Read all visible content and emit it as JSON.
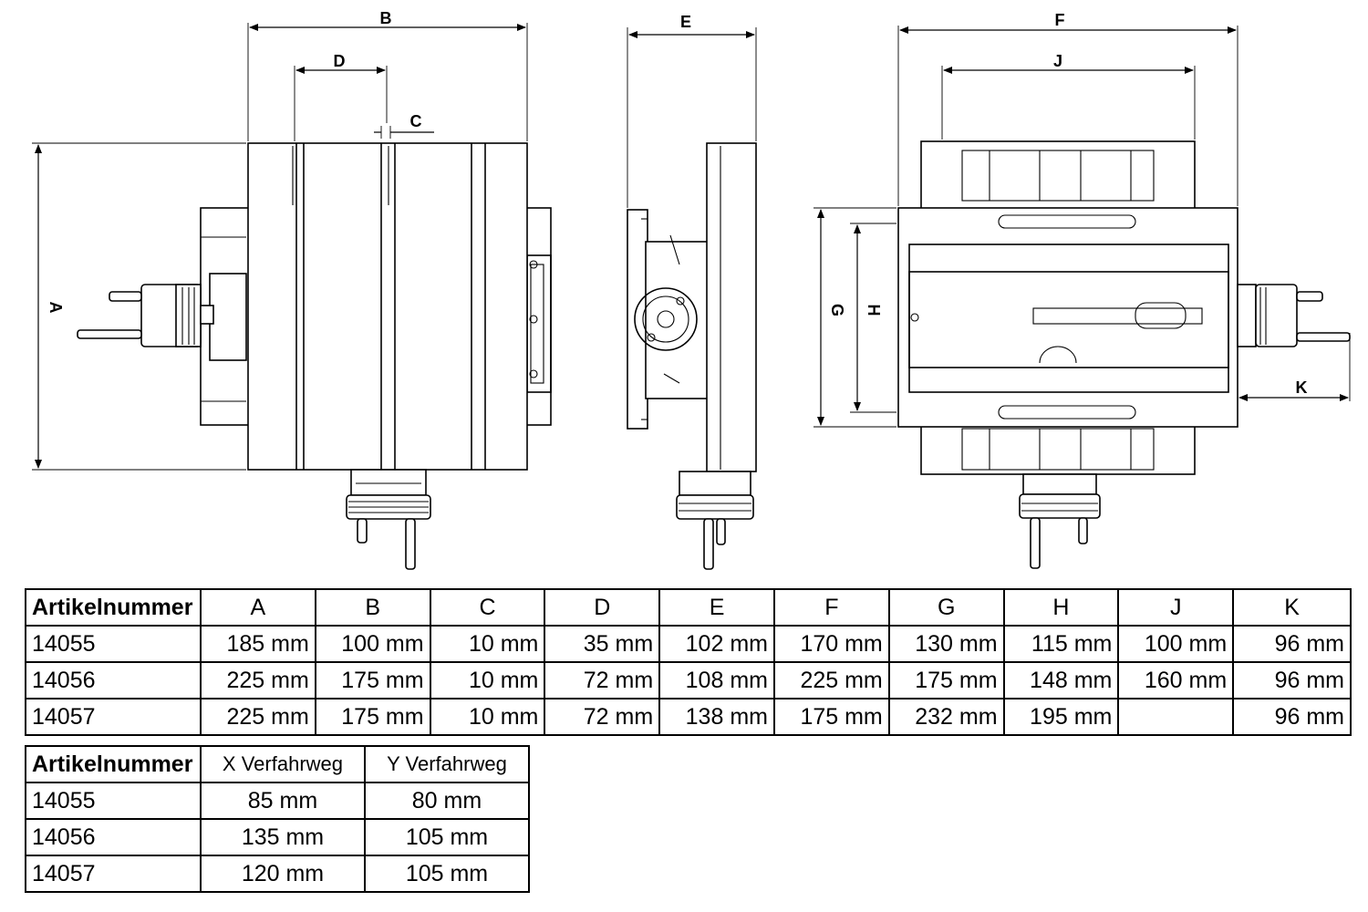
{
  "drawing": {
    "labels": {
      "a": "A",
      "b": "B",
      "c": "C",
      "d": "D",
      "e": "E",
      "f": "F",
      "g": "G",
      "h": "H",
      "j": "J",
      "k": "K"
    }
  },
  "table1": {
    "headers": [
      "Artikelnummer",
      "A",
      "B",
      "C",
      "D",
      "E",
      "F",
      "G",
      "H",
      "J",
      "K"
    ],
    "rows": [
      [
        "14055",
        "185 mm",
        "100 mm",
        "10 mm",
        "35 mm",
        "102 mm",
        "170 mm",
        "130 mm",
        "115 mm",
        "100 mm",
        "96 mm"
      ],
      [
        "14056",
        "225 mm",
        "175 mm",
        "10 mm",
        "72 mm",
        "108 mm",
        "225 mm",
        "175 mm",
        "148 mm",
        "160 mm",
        "96 mm"
      ],
      [
        "14057",
        "225 mm",
        "175 mm",
        "10 mm",
        "72 mm",
        "138 mm",
        "175 mm",
        "232 mm",
        "195 mm",
        "",
        "96 mm"
      ]
    ]
  },
  "table2": {
    "headers": [
      "Artikelnummer",
      "X Verfahrweg",
      "Y Verfahrweg"
    ],
    "rows": [
      [
        "14055",
        "85 mm",
        "80 mm"
      ],
      [
        "14056",
        "135 mm",
        "105 mm"
      ],
      [
        "14057",
        "120 mm",
        "105 mm"
      ]
    ]
  }
}
